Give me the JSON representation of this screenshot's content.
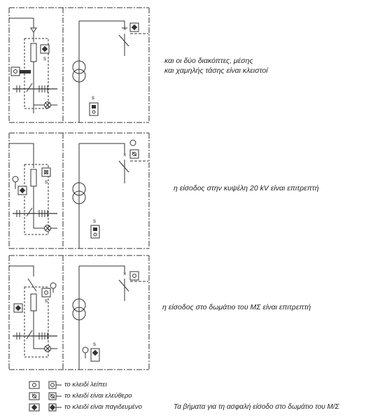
{
  "panels": [
    {
      "caption_line1": "και οι δύο διακόπτες, μέσης",
      "caption_line2": "και χαμηλής τάσης είναι κλειστοί",
      "switch_label_left": "s",
      "switch_label_right": "s"
    },
    {
      "caption_line1": "η είσοδος στην κυψέλη 20 kV είναι επιτρεπτή",
      "caption_line2": "",
      "switch_label_left": "s",
      "switch_label_right": "s"
    },
    {
      "caption_line1": "η είσοδος στο δωμάτιο του ΜΣ είναι επιτρεπτή",
      "caption_line2": "",
      "switch_label_left": "s",
      "switch_label_right": "s"
    }
  ],
  "legend": [
    {
      "text": "το κλειδί λείπει",
      "icon": "key-missing-icon"
    },
    {
      "text": "το κλειδί είναι ελεύθερο",
      "icon": "key-free-icon"
    },
    {
      "text": "το κλειδί είναι παγιδευμένο",
      "icon": "key-trapped-icon"
    }
  ],
  "footer": "Τα βήματα για τη ασφαλή είσοδο στο δωμάτιο του Μ/Σ"
}
